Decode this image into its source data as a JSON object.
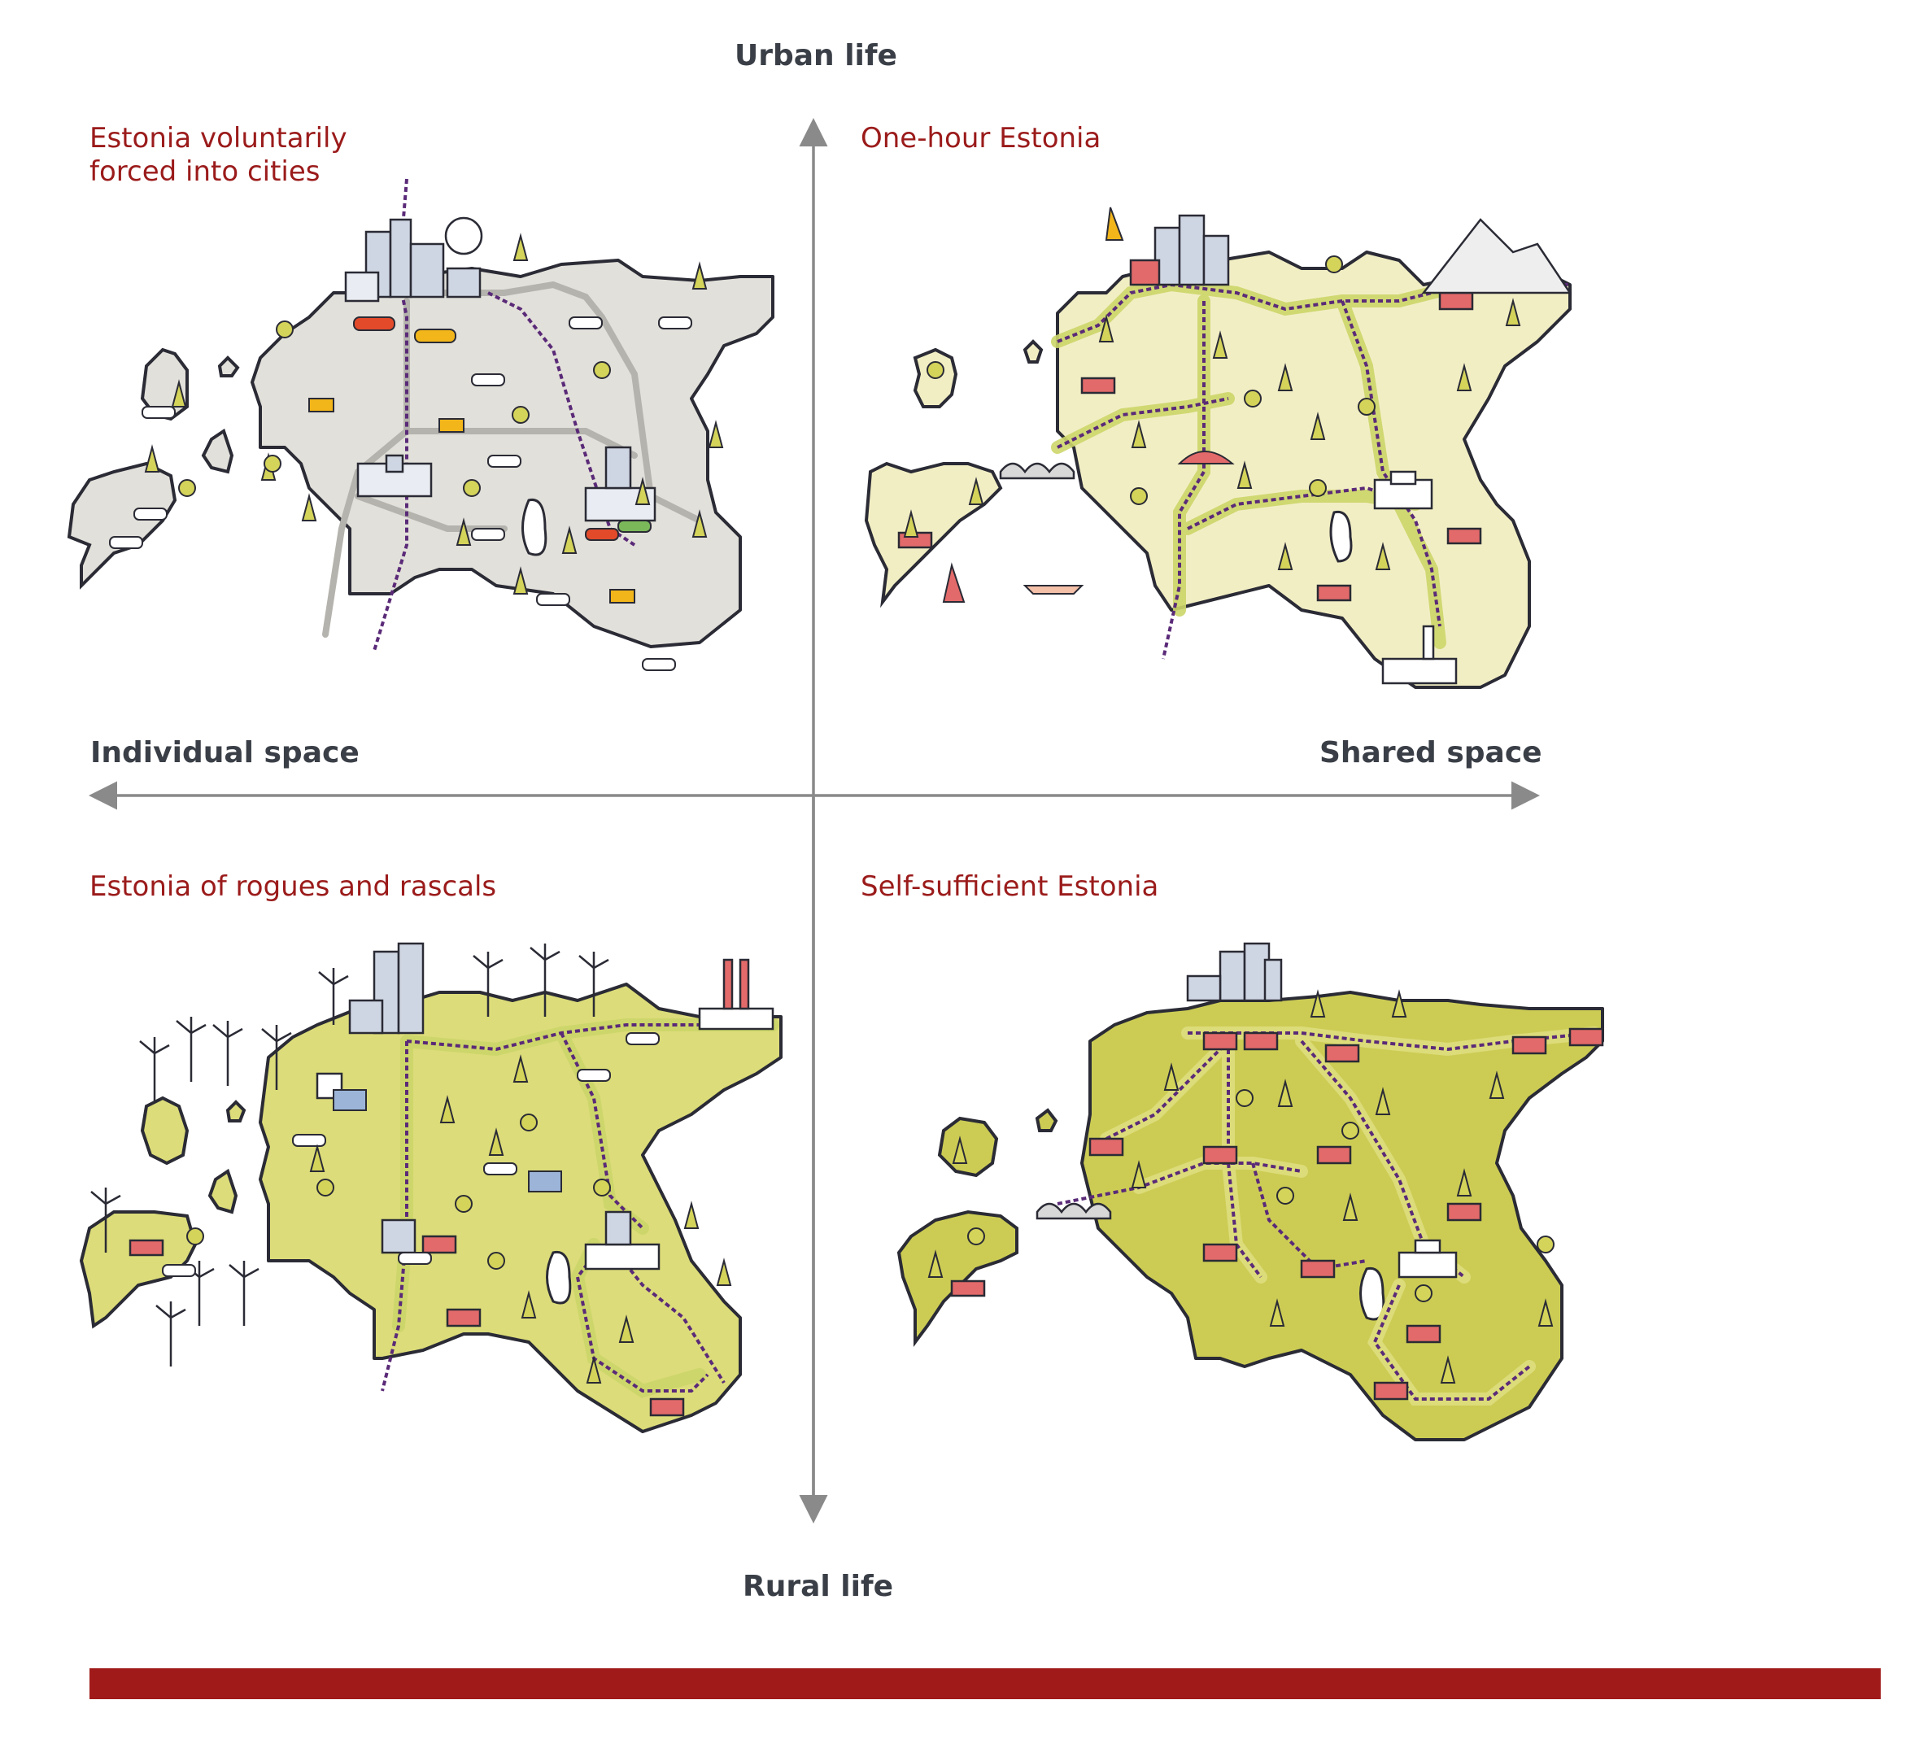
{
  "axes": {
    "top": "Urban life",
    "bottom": "Rural life",
    "left": "Individual space",
    "right": "Shared space"
  },
  "quadrants": {
    "top_left": "Estonia voluntarily\nforced into cities",
    "top_right": "One-hour Estonia",
    "bottom_left": "Estonia of rogues and rascals",
    "bottom_right": "Self-sufficient Estonia"
  },
  "colors": {
    "title_red": "#9b1b1b",
    "axis_text": "#3a3f47",
    "axis_line": "#8a8a8a",
    "bar": "#a01a1a",
    "outline": "#2a2b35",
    "grey_land": "#e2e0da",
    "cream_land": "#f2eec4",
    "olive_land": "#dcdc7a",
    "dark_olive_land": "#cccc55",
    "route": "#5a2a78",
    "tree": "#d4d35a",
    "house_roof": "#e36a6a",
    "car_red": "#e34a2a",
    "car_yellow": "#f2b61a"
  }
}
